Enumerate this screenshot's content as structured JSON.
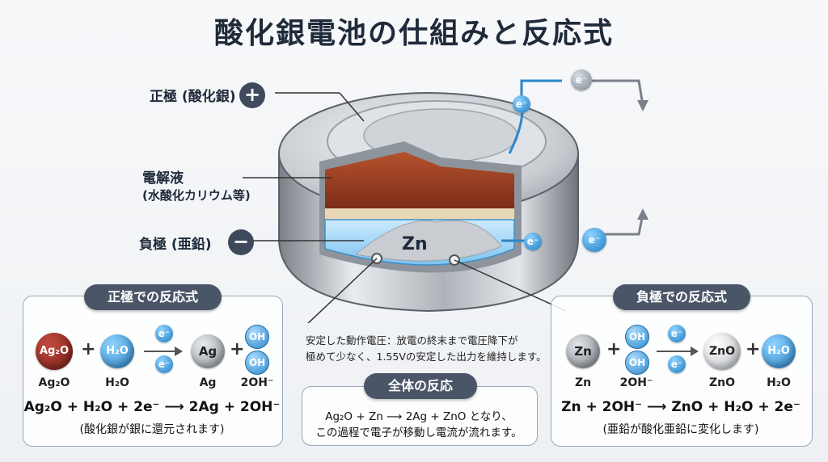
{
  "title": "酸化銀電池の仕組みと反応式",
  "labels": {
    "cathode": "正極 (酸化銀)",
    "electrolyte": "電解液",
    "electrolyte_sub": "(水酸化カリウム等)",
    "anode": "負極 (亜鉛)",
    "zn": "Zn",
    "plus": "+",
    "minus": "−"
  },
  "electron": "e⁻",
  "left_panel": {
    "heading": "正極での反応式",
    "molecules": [
      {
        "symbol": "Ag₂O",
        "label": "Ag₂O"
      },
      {
        "symbol": "H₂O",
        "label": "H₂O"
      },
      {
        "symbol": "Ag",
        "label": "Ag"
      },
      {
        "symbol": "OH⁻",
        "label": "2OH⁻"
      }
    ],
    "oh_symbol": "OH",
    "plus": "+",
    "equation": "Ag₂O + H₂O + 2e⁻ ⟶ 2Ag + 2OH⁻",
    "caption": "(酸化銀が銀に還元されます)"
  },
  "center_note": {
    "line1": "安定した動作電圧：放電の終末まで電圧降下が",
    "line2": "極めて少なく、1.55Vの安定した出力を維持します。"
  },
  "center_panel": {
    "heading": "全体の反応",
    "line1": "Ag₂O + Zn ⟶ 2Ag + ZnO となり、",
    "line2": "この過程で電子が移動し電流が流れます。"
  },
  "right_panel": {
    "heading": "負極での反応式",
    "molecules": [
      {
        "symbol": "Zn",
        "label": "Zn"
      },
      {
        "symbol": "OH⁻",
        "label": "2OH⁻"
      },
      {
        "symbol": "ZnO",
        "label": "ZnO"
      },
      {
        "symbol": "H₂O",
        "label": "H₂O"
      }
    ],
    "oh_symbol": "OH",
    "plus": "+",
    "equation": "Zn + 2OH⁻ ⟶ ZnO + H₂O + 2e⁻",
    "caption": "(亜鉛が酸化亜鉛に変化します)"
  },
  "colors": {
    "ag2o": "#8c2a22",
    "water": "#4aa5e0",
    "ag": "#b9bcc2",
    "zn": "#9aa0a8",
    "electron": "#1e7cc4"
  }
}
